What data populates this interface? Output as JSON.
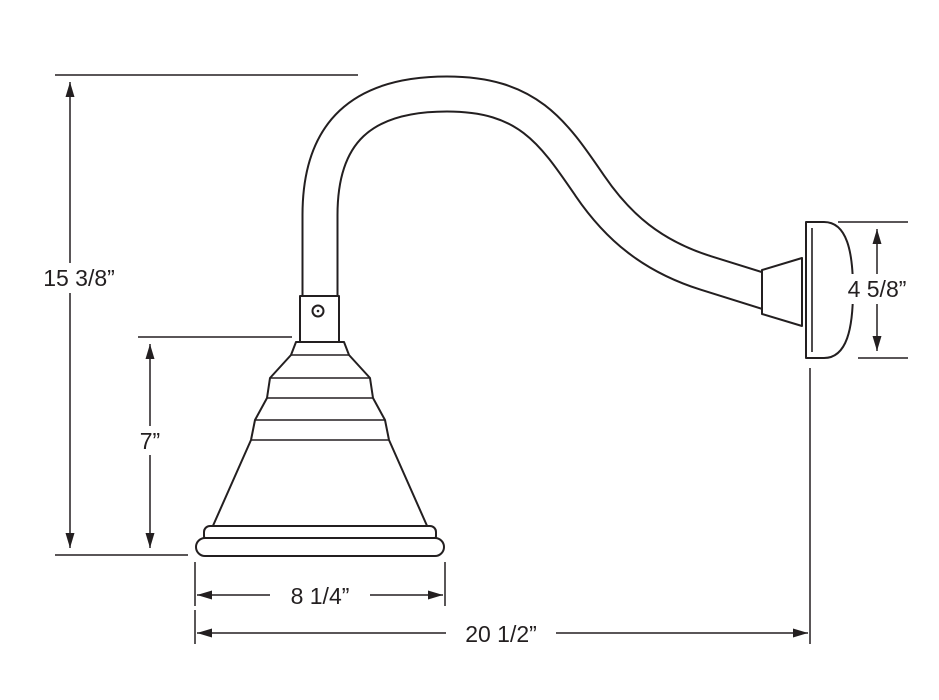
{
  "diagram": {
    "background_color": "#ffffff",
    "line_color": "#231f20",
    "subject": "gooseneck barn light dimensional drawing",
    "dimensions": {
      "overall_height": {
        "label": "15 3/8”"
      },
      "shade_height": {
        "label": "7”"
      },
      "canopy_height": {
        "label": "4 5/8”"
      },
      "shade_diameter": {
        "label": "8 1/4”"
      },
      "overall_projection": {
        "label": "20 1/2”"
      }
    }
  }
}
